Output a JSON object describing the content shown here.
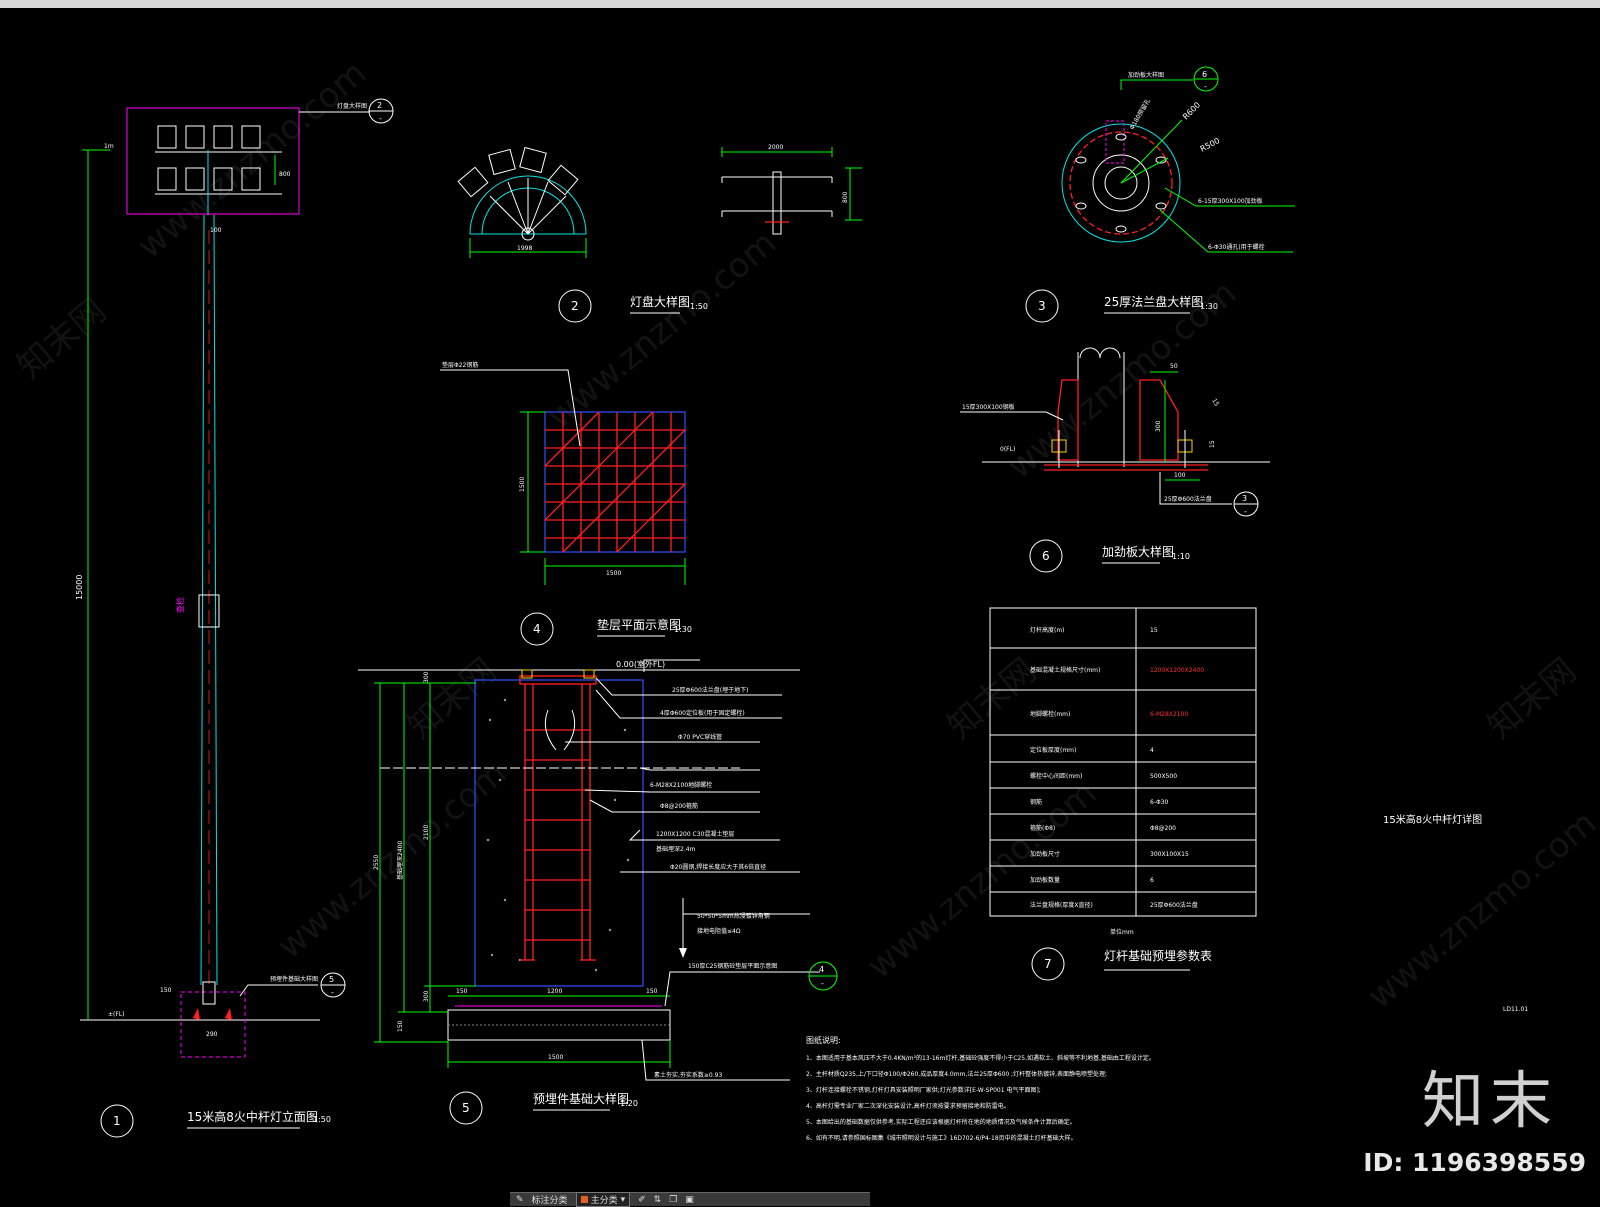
{
  "views": {
    "v1": {
      "num": "1",
      "title": "15米高8火中杆灯立面图",
      "scale": "1:50",
      "dim_height": "15000",
      "dim_top": "1m",
      "dim_small": "100",
      "dim_base": "150",
      "dim_width": "290",
      "label_fl": "±(FL)",
      "callout_top": "灯盘大样图",
      "callout_top_num": "2",
      "callout_bot": "预埋件基础大样图",
      "callout_bot_num": "5",
      "mid_label": "查检"
    },
    "v2": {
      "num": "2",
      "title": "灯盘大样图",
      "scale": "1:50",
      "dim_width": "1998",
      "dim_top": "2000",
      "dim_h": "800"
    },
    "v3": {
      "num": "3",
      "title": "25厚法兰盘大样图",
      "scale": "1:30",
      "callout": "加劲板大样图",
      "callout_num": "6",
      "label_hole": "Φ180预留孔",
      "label_r600": "R600",
      "label_r500": "R500",
      "label_rib": "6-15厚300X100加劲板",
      "label_bolt": "6-Φ30通孔(用于螺栓"
    },
    "v4": {
      "num": "4",
      "title": "垫层平面示意图",
      "scale": "1:30",
      "label": "垫层Φ22钢筋",
      "dim_w": "1500",
      "dim_h": "1500"
    },
    "v5": {
      "num": "5",
      "title": "预埋件基础大样图",
      "scale": "1:20",
      "label_level": "0.00(室外FL)",
      "labels": [
        "25厚Φ600法兰盘(埋于地下)",
        "4厚Φ600定位板(用于固定螺栓)",
        "Φ70 PVC穿线管",
        "6-M28X2100地脚螺栓",
        "Φ8@200箍筋",
        "1200X1200 C30混凝土垫层",
        "基础埋深2.4m",
        "Φ20圆钢,焊接长度应大于其6倍直径",
        "50*50*5mm热浸镀锌角钢",
        "接地电阻值≤4Ω",
        "150厚C25钢筋砼垫层平面示意图",
        "素土夯实,夯实系数≥0.93"
      ],
      "callout_num": "4",
      "dim_2550": "2550",
      "dim_2400": "基础埋深2400",
      "dim_2100": "2100",
      "dim_300": "300",
      "dim_150": "150",
      "dim_1200": "1200",
      "dim_1500": "1500",
      "dim_top": "300"
    },
    "v6": {
      "num": "6",
      "title": "加劲板大样图",
      "scale": "1:10",
      "label_rib": "15厚300X100钢板",
      "label_fl": "0(FL)",
      "label_flange": "25厚Φ600法兰盘",
      "callout_num": "3",
      "dim_50": "50",
      "dim_300": "300",
      "dim_100": "100",
      "dim_15a": "15",
      "dim_15b": "15"
    },
    "v7": {
      "num": "7",
      "title": "灯杆基础预埋参数表",
      "unit": "单位mm"
    }
  },
  "param_table": {
    "rows": [
      {
        "k": "灯杆高度(m)",
        "v": "15",
        "red": false
      },
      {
        "k": "基础混凝土规格尺寸(mm)",
        "v": "1200X1200X2400",
        "red": true
      },
      {
        "k": "地脚螺栓(mm)",
        "v": "6-M28X2100",
        "red": true
      },
      {
        "k": "定位板厚度(mm)",
        "v": "4",
        "red": false
      },
      {
        "k": "螺栓中心间距(mm)",
        "v": "500X500",
        "red": false
      },
      {
        "k": "钢筋",
        "v": "6-Φ30",
        "red": false
      },
      {
        "k": "箍筋(Φ8)",
        "v": "Φ8@200",
        "red": false
      },
      {
        "k": "加劲板尺寸",
        "v": "300X100X15",
        "red": false
      },
      {
        "k": "加劲板数量",
        "v": "6",
        "red": false
      },
      {
        "k": "法兰盘规格(厚度X直径)",
        "v": "25厚Φ600法兰盘",
        "red": false
      }
    ]
  },
  "side_title": "15米高8火中杆灯详图",
  "sheet_no": "LD11.01",
  "notes": {
    "heading": "图纸说明:",
    "items": [
      "1、本图适用于基本风压不大于0.4KN/m²的13-16m灯杆,基础砼强度不得小于C25,如遇软土、斜坡等不利地基,基础由工程设计定。",
      "2、主杆材质Q235,上/下口径Φ100/Φ260,成品厚度4.0mm,法兰25厚Φ600 ;灯杆整体热镀锌,表面静电喷塑处理;",
      "3、灯杆连接螺栓不锈钢,灯杆灯具安装照明厂家供;灯光参数详[E-W-SP001 电气平面图];",
      "4、高杆灯需专业厂家二次深化安装设计,高杆灯须按要求预留接地和防雷电。",
      "5、本图给出的基础数据仅供参考,实际工程还应该根据灯杆所在地的地质情况及气候条件计算后确定。",
      "6、如有不明,请参照国标图集《城市照明设计与施工》16D702-6/P4-18页中的混凝土灯杆基础大样。"
    ]
  },
  "watermarks": [
    "www.znzmo.com",
    "知末网"
  ],
  "brand": {
    "logo_text": "知末",
    "id_text": "ID: 1196398559"
  },
  "toolbar": {
    "label": "标注分类",
    "layer": "主分类"
  },
  "colors": {
    "bg": "#000000",
    "green": "#00ff00",
    "red": "#ff2020",
    "cyan": "#00e5e5",
    "blue": "#3050ff",
    "magenta": "#ff00ff"
  }
}
